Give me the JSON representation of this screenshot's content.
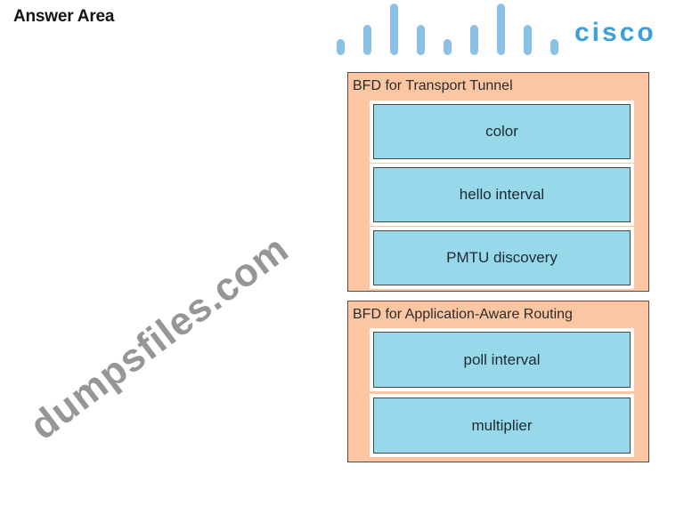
{
  "page": {
    "heading": "Answer Area"
  },
  "groups": [
    {
      "title": "BFD for Transport Tunnel",
      "items": [
        {
          "label": "color"
        },
        {
          "label": "hello interval"
        },
        {
          "label": "PMTU discovery"
        }
      ]
    },
    {
      "title": "BFD for Application-Aware Routing",
      "items": [
        {
          "label": "poll interval"
        },
        {
          "label": "multiplier"
        }
      ]
    }
  ],
  "watermarks": {
    "logo_icon": "cisco-bridge-logo-icon",
    "logo_text": "cisco",
    "site_text": "dumpsfiles.com"
  },
  "colors": {
    "group_background": "#fcc6a3",
    "tile_background": "#97d8eb",
    "logo_blue": "#8cc1e6",
    "watermark_gray": "#969696"
  }
}
